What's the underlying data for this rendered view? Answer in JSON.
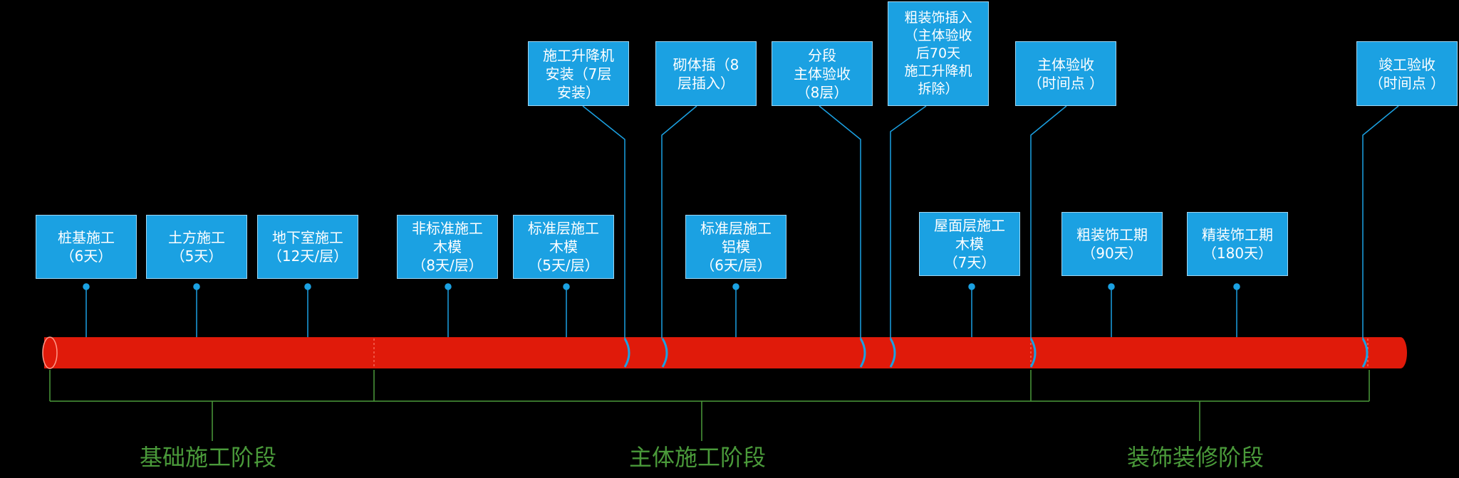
{
  "timeline": {
    "colors": {
      "bar": "#e01a0a",
      "box": "#1ba1e2",
      "connector": "#1ba1e2",
      "phase": "#4a9a3a",
      "background": "#000000"
    },
    "tasks": [
      {
        "label": "桩基施工\n（6天）"
      },
      {
        "label": "土方施工\n（5天）"
      },
      {
        "label": "地下室施工\n（12天/层）"
      },
      {
        "label": "非标准施工\n木模\n（8天/层）"
      },
      {
        "label": "标准层施工\n木模\n（5天/层）"
      },
      {
        "label": "标准层施工\n铝模\n（6天/层）"
      },
      {
        "label": "屋面层施工\n木模\n（7天）"
      },
      {
        "label": "粗装饰工期\n（90天）"
      },
      {
        "label": "精装饰工期\n（180天）"
      }
    ],
    "milestones": [
      {
        "label": "施工升降机\n安装（7层\n安装）"
      },
      {
        "label": "砌体插（8\n层插入）"
      },
      {
        "label": "分段\n主体验收\n（8层）"
      },
      {
        "label": "粗装饰插入\n（主体验收\n后70天\n施工升降机\n拆除）"
      },
      {
        "label": "主体验收\n（时间点 ）"
      },
      {
        "label": "竣工验收\n（时间点 ）"
      }
    ],
    "phases": [
      {
        "label": "基础施工阶段"
      },
      {
        "label": "主体施工阶段"
      },
      {
        "label": "装饰装修阶段"
      }
    ]
  }
}
